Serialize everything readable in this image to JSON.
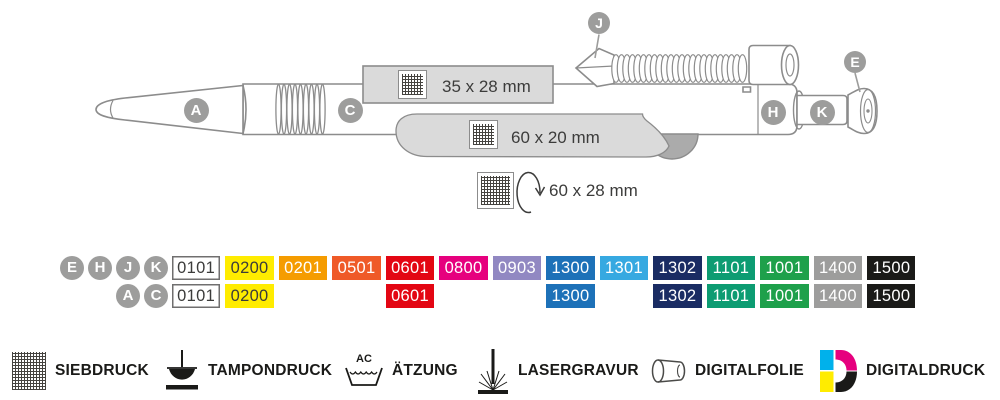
{
  "pen": {
    "part_labels": {
      "a": "A",
      "c": "C",
      "j": "J",
      "h": "H",
      "k": "K",
      "e": "E"
    },
    "print_areas": [
      {
        "size": "35 x 28 mm"
      },
      {
        "size": "60 x 20 mm"
      },
      {
        "size": "60 x 28 mm"
      }
    ]
  },
  "palette": {
    "badge_gray": "#9D9D9C",
    "outline_gray": "#8C8C8C",
    "panel_gray": "#DADADA",
    "curl_gray": "#ABABAB",
    "text_dark": "#3C3C3B",
    "cmyk": {
      "c": "#00B1EB",
      "m": "#E6007E",
      "y": "#FFEC00",
      "k": "#1A1A18"
    }
  },
  "colors": {
    "row1": {
      "badges": [
        "E",
        "H",
        "J",
        "K"
      ],
      "swatches": [
        {
          "code": "0101",
          "bg": "#FFFFFF",
          "fg": "#3C3C3B",
          "border": "#706F6F"
        },
        {
          "code": "0200",
          "bg": "#FFEC00",
          "fg": "#3C3C3B"
        },
        {
          "code": "0201",
          "bg": "#F59C00",
          "fg": "#FFFFFF"
        },
        {
          "code": "0501",
          "bg": "#EF5A28",
          "fg": "#FFFFFF"
        },
        {
          "code": "0601",
          "bg": "#E30613",
          "fg": "#FFFFFF"
        },
        {
          "code": "0800",
          "bg": "#E6007E",
          "fg": "#FFFFFF"
        },
        {
          "code": "0903",
          "bg": "#9188C2",
          "fg": "#FFFFFF"
        },
        {
          "code": "1300",
          "bg": "#1D71B8",
          "fg": "#FFFFFF"
        },
        {
          "code": "1301",
          "bg": "#36A9E1",
          "fg": "#FFFFFF"
        },
        {
          "code": "1302",
          "bg": "#1A2C63",
          "fg": "#FFFFFF"
        },
        {
          "code": "1101",
          "bg": "#0D9C72",
          "fg": "#FFFFFF"
        },
        {
          "code": "1001",
          "bg": "#1EA04B",
          "fg": "#FFFFFF"
        },
        {
          "code": "1400",
          "bg": "#9D9D9C",
          "fg": "#FFFFFF"
        },
        {
          "code": "1500",
          "bg": "#1A1A18",
          "fg": "#FFFFFF"
        }
      ]
    },
    "row2": {
      "badges": [
        "A",
        "C"
      ],
      "swatches": [
        {
          "code": "0101",
          "bg": "#FFFFFF",
          "fg": "#3C3C3B",
          "border": "#706F6F"
        },
        {
          "code": "0200",
          "bg": "#FFEC00",
          "fg": "#3C3C3B"
        },
        null,
        null,
        {
          "code": "0601",
          "bg": "#E30613",
          "fg": "#FFFFFF"
        },
        null,
        null,
        {
          "code": "1300",
          "bg": "#1D71B8",
          "fg": "#FFFFFF"
        },
        null,
        {
          "code": "1302",
          "bg": "#1A2C63",
          "fg": "#FFFFFF"
        },
        {
          "code": "1101",
          "bg": "#0D9C72",
          "fg": "#FFFFFF"
        },
        {
          "code": "1001",
          "bg": "#1EA04B",
          "fg": "#FFFFFF"
        },
        {
          "code": "1400",
          "bg": "#9D9D9C",
          "fg": "#FFFFFF"
        },
        {
          "code": "1500",
          "bg": "#1A1A18",
          "fg": "#FFFFFF"
        }
      ]
    }
  },
  "techniques": [
    {
      "label": "SIEBDRUCK"
    },
    {
      "label": "TAMPONDRUCK"
    },
    {
      "label": "ÄTZUNG",
      "icon_text": "AC"
    },
    {
      "label": "LASERGRAVUR"
    },
    {
      "label": "DIGITALFOLIE"
    },
    {
      "label": "DIGITALDRUCK"
    }
  ]
}
